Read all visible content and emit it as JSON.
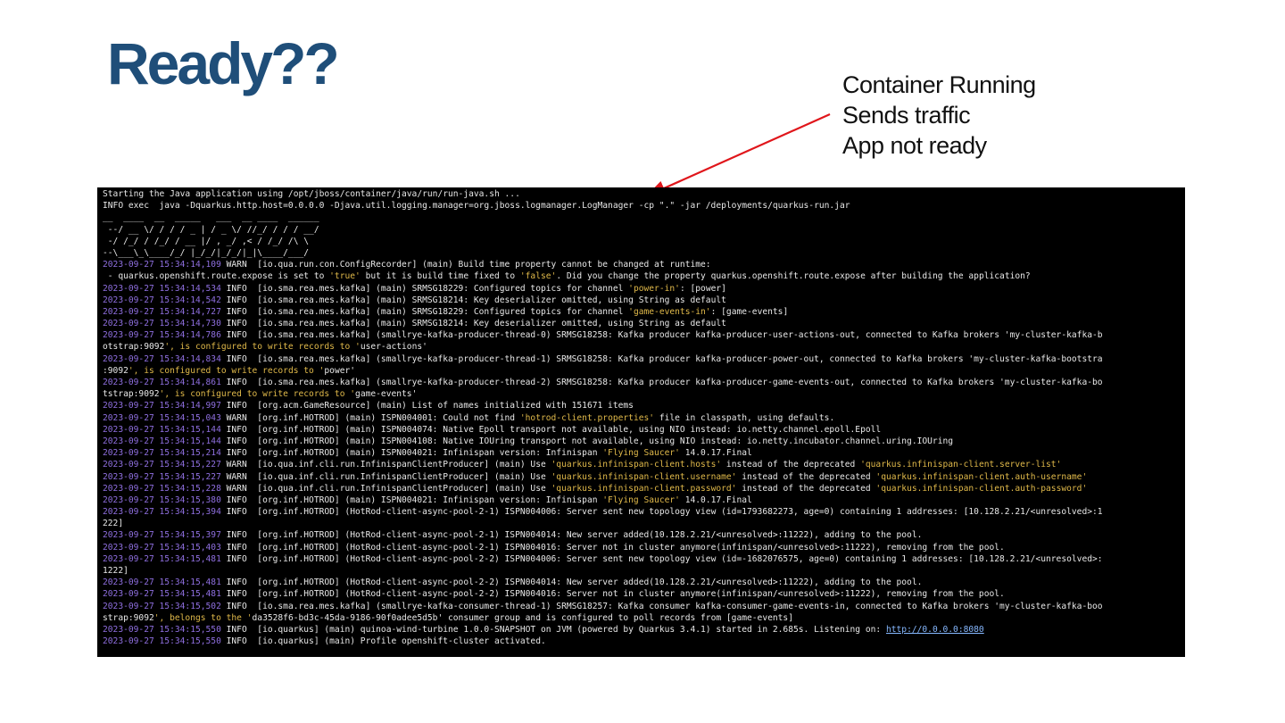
{
  "title": "Ready??",
  "callout": {
    "lines": [
      "Container Running",
      "Sends traffic",
      "App not ready"
    ],
    "arrow_color": "#e0161b"
  },
  "terminal": {
    "colors": {
      "background": "#000000",
      "text": "#e8e8e8",
      "timestamp": "#8f6fe0",
      "quoted": "#e0b94a"
    },
    "lines": [
      {
        "ts": "",
        "rest": "Starting the Java application using /opt/jboss/container/java/run/run-java.sh ..."
      },
      {
        "ts": "",
        "rest": "INFO exec  java -Dquarkus.http.host=0.0.0.0 -Djava.util.logging.manager=org.jboss.logmanager.LogManager -cp \".\" -jar /deployments/quarkus-run.jar"
      },
      {
        "ts": "",
        "rest": "__  ____  __  _____   ___  __ ____  ______"
      },
      {
        "ts": "",
        "rest": " --/ __ \\/ / / / _ | / _ \\/ //_/ / / / __/"
      },
      {
        "ts": "",
        "rest": " -/ /_/ / /_/ / __ |/ , _/ ,< / /_/ /\\ \\"
      },
      {
        "ts": "",
        "rest": "--\\___\\_\\____/_/ |_/_/|_/_/|_|\\____/___/"
      },
      {
        "ts": "2023-09-27 15:34:14,109",
        "rest": " WARN  [io.qua.run.con.ConfigRecorder] (main) Build time property cannot be changed at runtime:"
      },
      {
        "ts": "",
        "rest": " - quarkus.openshift.route.expose is set to 'true' but it is build time fixed to 'false'. Did you change the property quarkus.openshift.route.expose after building the application?"
      },
      {
        "ts": "2023-09-27 15:34:14,534",
        "rest": " INFO  [io.sma.rea.mes.kafka] (main) SRMSG18229: Configured topics for channel 'power-in': [power]"
      },
      {
        "ts": "2023-09-27 15:34:14,542",
        "rest": " INFO  [io.sma.rea.mes.kafka] (main) SRMSG18214: Key deserializer omitted, using String as default"
      },
      {
        "ts": "2023-09-27 15:34:14,727",
        "rest": " INFO  [io.sma.rea.mes.kafka] (main) SRMSG18229: Configured topics for channel 'game-events-in': [game-events]"
      },
      {
        "ts": "2023-09-27 15:34:14,730",
        "rest": " INFO  [io.sma.rea.mes.kafka] (main) SRMSG18214: Key deserializer omitted, using String as default"
      },
      {
        "ts": "2023-09-27 15:34:14,786",
        "rest": " INFO  [io.sma.rea.mes.kafka] (smallrye-kafka-producer-thread-0) SRMSG18258: Kafka producer kafka-producer-user-actions-out, connected to Kafka brokers 'my-cluster-kafka-b"
      },
      {
        "ts": "",
        "rest": "otstrap:9092', is configured to write records to 'user-actions'"
      },
      {
        "ts": "2023-09-27 15:34:14,834",
        "rest": " INFO  [io.sma.rea.mes.kafka] (smallrye-kafka-producer-thread-1) SRMSG18258: Kafka producer kafka-producer-power-out, connected to Kafka brokers 'my-cluster-kafka-bootstra"
      },
      {
        "ts": "",
        "rest": ":9092', is configured to write records to 'power'"
      },
      {
        "ts": "2023-09-27 15:34:14,861",
        "rest": " INFO  [io.sma.rea.mes.kafka] (smallrye-kafka-producer-thread-2) SRMSG18258: Kafka producer kafka-producer-game-events-out, connected to Kafka brokers 'my-cluster-kafka-bo"
      },
      {
        "ts": "",
        "rest": "tstrap:9092', is configured to write records to 'game-events'"
      },
      {
        "ts": "2023-09-27 15:34:14,997",
        "rest": " INFO  [org.acm.GameResource] (main) List of names initialized with 151671 items"
      },
      {
        "ts": "2023-09-27 15:34:15,043",
        "rest": " WARN  [org.inf.HOTROD] (main) ISPN004001: Could not find 'hotrod-client.properties' file in classpath, using defaults."
      },
      {
        "ts": "2023-09-27 15:34:15,144",
        "rest": " INFO  [org.inf.HOTROD] (main) ISPN004074: Native Epoll transport not available, using NIO instead: io.netty.channel.epoll.Epoll"
      },
      {
        "ts": "2023-09-27 15:34:15,144",
        "rest": " INFO  [org.inf.HOTROD] (main) ISPN004108: Native IOUring transport not available, using NIO instead: io.netty.incubator.channel.uring.IOUring"
      },
      {
        "ts": "2023-09-27 15:34:15,214",
        "rest": " INFO  [org.inf.HOTROD] (main) ISPN004021: Infinispan version: Infinispan 'Flying Saucer' 14.0.17.Final"
      },
      {
        "ts": "2023-09-27 15:34:15,227",
        "rest": " WARN  [io.qua.inf.cli.run.InfinispanClientProducer] (main) Use 'quarkus.infinispan-client.hosts' instead of the deprecated 'quarkus.infinispan-client.server-list'"
      },
      {
        "ts": "2023-09-27 15:34:15,227",
        "rest": " WARN  [io.qua.inf.cli.run.InfinispanClientProducer] (main) Use 'quarkus.infinispan-client.username' instead of the deprecated 'quarkus.infinispan-client.auth-username'"
      },
      {
        "ts": "2023-09-27 15:34:15,228",
        "rest": " WARN  [io.qua.inf.cli.run.InfinispanClientProducer] (main) Use 'quarkus.infinispan-client.password' instead of the deprecated 'quarkus.infinispan-client.auth-password'"
      },
      {
        "ts": "2023-09-27 15:34:15,380",
        "rest": " INFO  [org.inf.HOTROD] (main) ISPN004021: Infinispan version: Infinispan 'Flying Saucer' 14.0.17.Final"
      },
      {
        "ts": "2023-09-27 15:34:15,394",
        "rest": " INFO  [org.inf.HOTROD] (HotRod-client-async-pool-2-1) ISPN004006: Server sent new topology view (id=1793682273, age=0) containing 1 addresses: [10.128.2.21/<unresolved>:1"
      },
      {
        "ts": "",
        "rest": "222]"
      },
      {
        "ts": "2023-09-27 15:34:15,397",
        "rest": " INFO  [org.inf.HOTROD] (HotRod-client-async-pool-2-1) ISPN004014: New server added(10.128.2.21/<unresolved>:11222), adding to the pool."
      },
      {
        "ts": "2023-09-27 15:34:15,403",
        "rest": " INFO  [org.inf.HOTROD] (HotRod-client-async-pool-2-1) ISPN004016: Server not in cluster anymore(infinispan/<unresolved>:11222), removing from the pool."
      },
      {
        "ts": "2023-09-27 15:34:15,481",
        "rest": " INFO  [org.inf.HOTROD] (HotRod-client-async-pool-2-2) ISPN004006: Server sent new topology view (id=-1682076575, age=0) containing 1 addresses: [10.128.2.21/<unresolved>:"
      },
      {
        "ts": "",
        "rest": "1222]"
      },
      {
        "ts": "2023-09-27 15:34:15,481",
        "rest": " INFO  [org.inf.HOTROD] (HotRod-client-async-pool-2-2) ISPN004014: New server added(10.128.2.21/<unresolved>:11222), adding to the pool."
      },
      {
        "ts": "2023-09-27 15:34:15,481",
        "rest": " INFO  [org.inf.HOTROD] (HotRod-client-async-pool-2-2) ISPN004016: Server not in cluster anymore(infinispan/<unresolved>:11222), removing from the pool."
      },
      {
        "ts": "2023-09-27 15:34:15,502",
        "rest": " INFO  [io.sma.rea.mes.kafka] (smallrye-kafka-consumer-thread-1) SRMSG18257: Kafka consumer kafka-consumer-game-events-in, connected to Kafka brokers 'my-cluster-kafka-boo"
      },
      {
        "ts": "",
        "rest": "strap:9092', belongs to the 'da3528f6-bd3c-45da-9186-90f0adee5d5b' consumer group and is configured to poll records from [game-events]"
      },
      {
        "ts": "2023-09-27 15:34:15,550",
        "rest": " INFO  [io.quarkus] (main) quinoa-wind-turbine 1.0.0-SNAPSHOT on JVM (powered by Quarkus 3.4.1) started in 2.685s. Listening on: ",
        "url": "http://0.0.0.0:8080"
      },
      {
        "ts": "2023-09-27 15:34:15,550",
        "rest": " INFO  [io.quarkus] (main) Profile openshift-cluster activated."
      }
    ]
  }
}
